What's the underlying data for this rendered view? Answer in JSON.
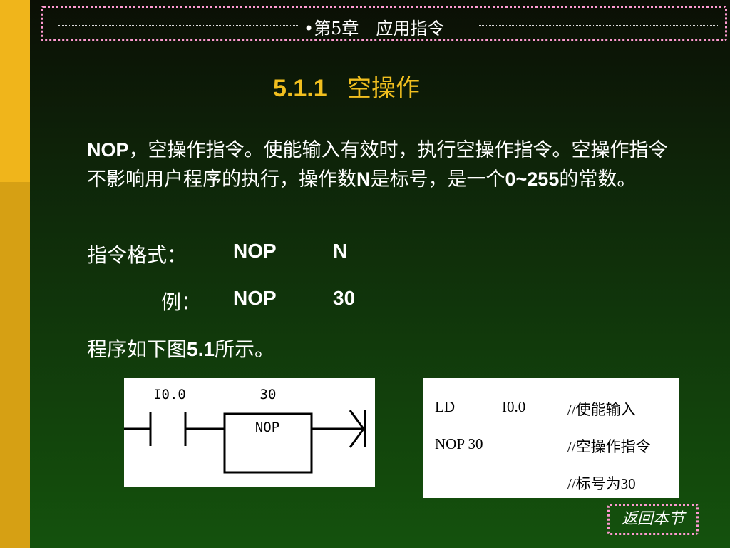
{
  "header": {
    "chapter": "•第5章　应用指令"
  },
  "title": {
    "number": "5.1.1",
    "text": "空操作"
  },
  "paragraph": {
    "p1": "NOP",
    "p2": "，空操作指令。使能输入有效时，执行空操作指令。空操作指令不影响用户程序的执行，操作数",
    "p3": "N",
    "p4": "是标号，是一个",
    "p5": "0~255",
    "p6": "的常数。"
  },
  "format": {
    "label": "指令格式：",
    "op": "NOP",
    "arg": "N"
  },
  "example": {
    "label": "例：",
    "op": "NOP",
    "arg": "30"
  },
  "figure_ref": {
    "pre": "程序如下图",
    "num": "5.1",
    "post": "所示。"
  },
  "ladder": {
    "contact_label": "I0.0",
    "box_param": "30",
    "box_label": "NOP"
  },
  "code": {
    "lines": [
      {
        "op": "LD",
        "arg": "I0.0",
        "comment": "//使能输入"
      },
      {
        "op": "NOP 30",
        "arg": "",
        "comment": "//空操作指令"
      },
      {
        "op": "",
        "arg": "",
        "comment": "//标号为30"
      }
    ]
  },
  "nav": {
    "back_label": "返回本节"
  }
}
